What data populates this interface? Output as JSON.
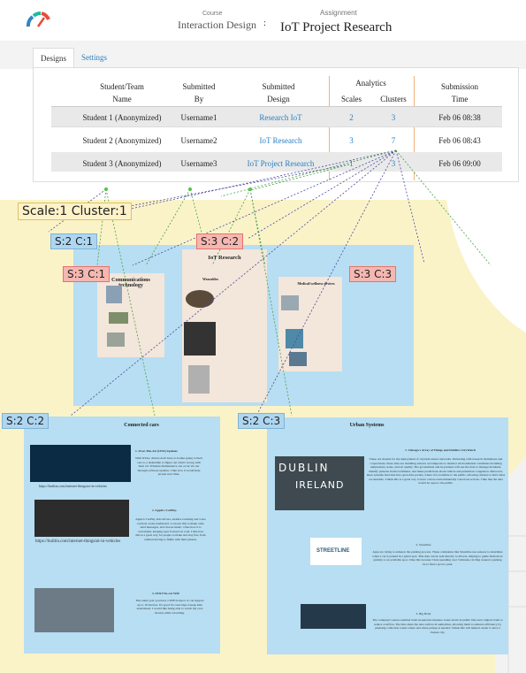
{
  "header": {
    "course_label": "Course",
    "course_name": "Interaction Design",
    "separator": ":",
    "assignment_label": "Assignment",
    "assignment_name": "IoT Project Research"
  },
  "tabs": [
    {
      "label": "Designs",
      "active": true
    },
    {
      "label": "Settings",
      "active": false
    }
  ],
  "table": {
    "headers": {
      "student_team_1": "Student/Team",
      "student_team_2": "Name",
      "submitted_by_1": "Submitted",
      "submitted_by_2": "By",
      "submitted_design_1": "Submitted",
      "submitted_design_2": "Design",
      "analytics": "Analytics",
      "scales": "Scales",
      "clusters": "Clusters",
      "submission_1": "Submission",
      "submission_2": "Time"
    },
    "rows": [
      {
        "name": "Student 1 (Anonymized)",
        "by": "Username1",
        "design": "Research IoT",
        "scales": "2",
        "clusters": "3",
        "time": "Feb 06 08:38"
      },
      {
        "name": "Student 2 (Anonymized)",
        "by": "Username2",
        "design": "IoT Research",
        "scales": "3",
        "clusters": "7",
        "time": "Feb 06 08:43"
      },
      {
        "name": "Student 3 (Anonymized)",
        "by": "Username3",
        "design": "IoT Project Research",
        "scales": "1",
        "clusters": "3",
        "time": "Feb 06 09:00"
      }
    ]
  },
  "overlay_labels": {
    "main": "Scale:1 Cluster:1",
    "s2c1": "S:2 C:1",
    "s3c2": "S:3 C:2",
    "s3c1": "S:3 C:1",
    "s3c3": "S:3 C:3",
    "s2c2": "S:2 C:2",
    "s2c3": "S:2 C:3"
  },
  "poster_top": {
    "title": "IoT Research",
    "col1_title": "Communications technology",
    "col2_title": "Wearables",
    "col3_title": "Medical/wellness devices"
  },
  "connected_cars": {
    "title": "Connected cars",
    "item1_title": "1. Over-The-Air (OTA) Updates",
    "item1_text": "With OTAs, drivers don't have to bother going to their cars to a dealership to figure out what's wrong with their car. Wireless maintenance can occur via our through software updates. I like how it would help people save time.",
    "link1": "https://builtin.com/internet-thingsiot-in-vehicles",
    "item2_title": "2. Apple's CarPlay",
    "item2_text": "Apple's CarPlay aids drivers, enables touching and voice controls on the dashboard. I can use this to make calls, send messages, and choose music. I like how it is convenient, keeping eyes focused on road. I like how this is a great way for people to make and stay free from without having to fiddle with their phones.",
    "link2": "https://builtin.com/internet-thingsiot-in-vehicles",
    "item3_title": "3. AT&T In-car Wifi",
    "item3_text": "This same year you have a WiFi hotspot. It can support up to 10 devices. It's good for road trips to keep kids entertained. I would like being able to watch my own movies while travelling."
  },
  "urban_systems": {
    "title": "Urban Systems",
    "item1_title": "1. Chicago's Array of Things and Dublin's CityWatch",
    "item1_text": "These are models for the deployment of citywide sensor networks. Partnering with research institutions and corporations, these sites are installing sensors on lampposts to monitor environmental conditions including temperature, noise, and air quality. The government and its partners will use the data to manage incidents, identify patterns in microclimates, and make predictions about vehicle and pedestrian congestion. Moreover, these systems feed data into open data portals, where it is available to the public, allowing citizens to hold cities accountable. I think this is a great way to have a more environmentally conscious actions. I like that the data would be open to the public.",
    "item2_title": "2. Streetline",
    "item2_text": "Apps are trying to enhance the parking process. These companies like Streetline use sensors to determine when a car is parked in a given spot. This data can be sent directly to drivers, helping to guide them more quickly to an available spot. I like this because I hate spending over 5 minutes circling around a parking lot to find a spot to park.",
    "item3_title": "3. Big Belly",
    "item3_text": "The company's sensor-enabled trash receptacles measure waste levels in public bins and compact trash to reduce overflow. The bins share the data with local authorities, allowing them to enhance efficiency by planning collection routes where and when pickup is needed. I think this will make it easier to have a cleaner city.",
    "dublin_word": "DUBLIN",
    "ireland_word": "IRELAND",
    "streetline_word": "STREETLINE"
  },
  "colors": {
    "link": "#2a7fc0",
    "analytics_border": "#f0b27a",
    "poster_bg": "#faf3c8",
    "panel_blue": "#b7def2",
    "card_beige": "#f3e6da"
  }
}
